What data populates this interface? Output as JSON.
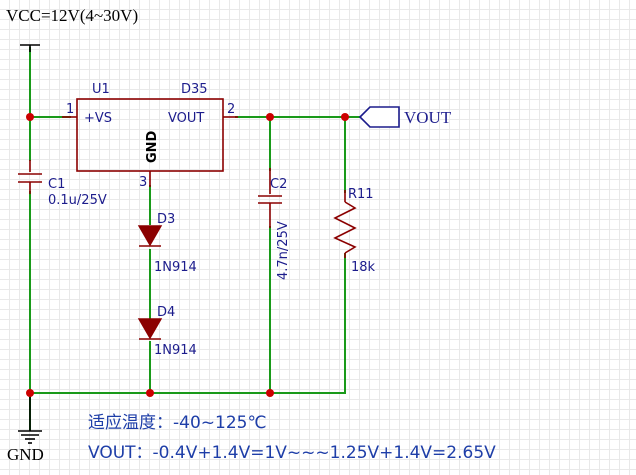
{
  "power": {
    "vcc_label": "VCC=12V(4~30V)",
    "gnd_label": "GND"
  },
  "u1": {
    "designator": "U1",
    "part": "D35",
    "pin1_number": "1",
    "pin1_name": "+VS",
    "pin2_number": "2",
    "pin2_name": "VOUT",
    "pin3_number": "3",
    "pin3_name": "GND"
  },
  "c1": {
    "designator": "C1",
    "value": "0.1u/25V"
  },
  "c2": {
    "designator": "C2",
    "value": "4.7n/25V"
  },
  "d3": {
    "designator": "D3",
    "value": "1N914"
  },
  "d4": {
    "designator": "D4",
    "value": "1N914"
  },
  "r11": {
    "designator": "R11",
    "value": "18k"
  },
  "net_flag": {
    "label": "VOUT"
  },
  "notes": {
    "temperature": "适应温度：-40~125℃",
    "vout": "VOUT：-0.4V+1.4V=1V~~~1.25V+1.4V=2.65V"
  },
  "colors": {
    "wire": "#1a9a1a",
    "component": "#8b0000",
    "label": "#1c1c8c",
    "note": "#1e3ea8",
    "junction": "#cc0000"
  }
}
